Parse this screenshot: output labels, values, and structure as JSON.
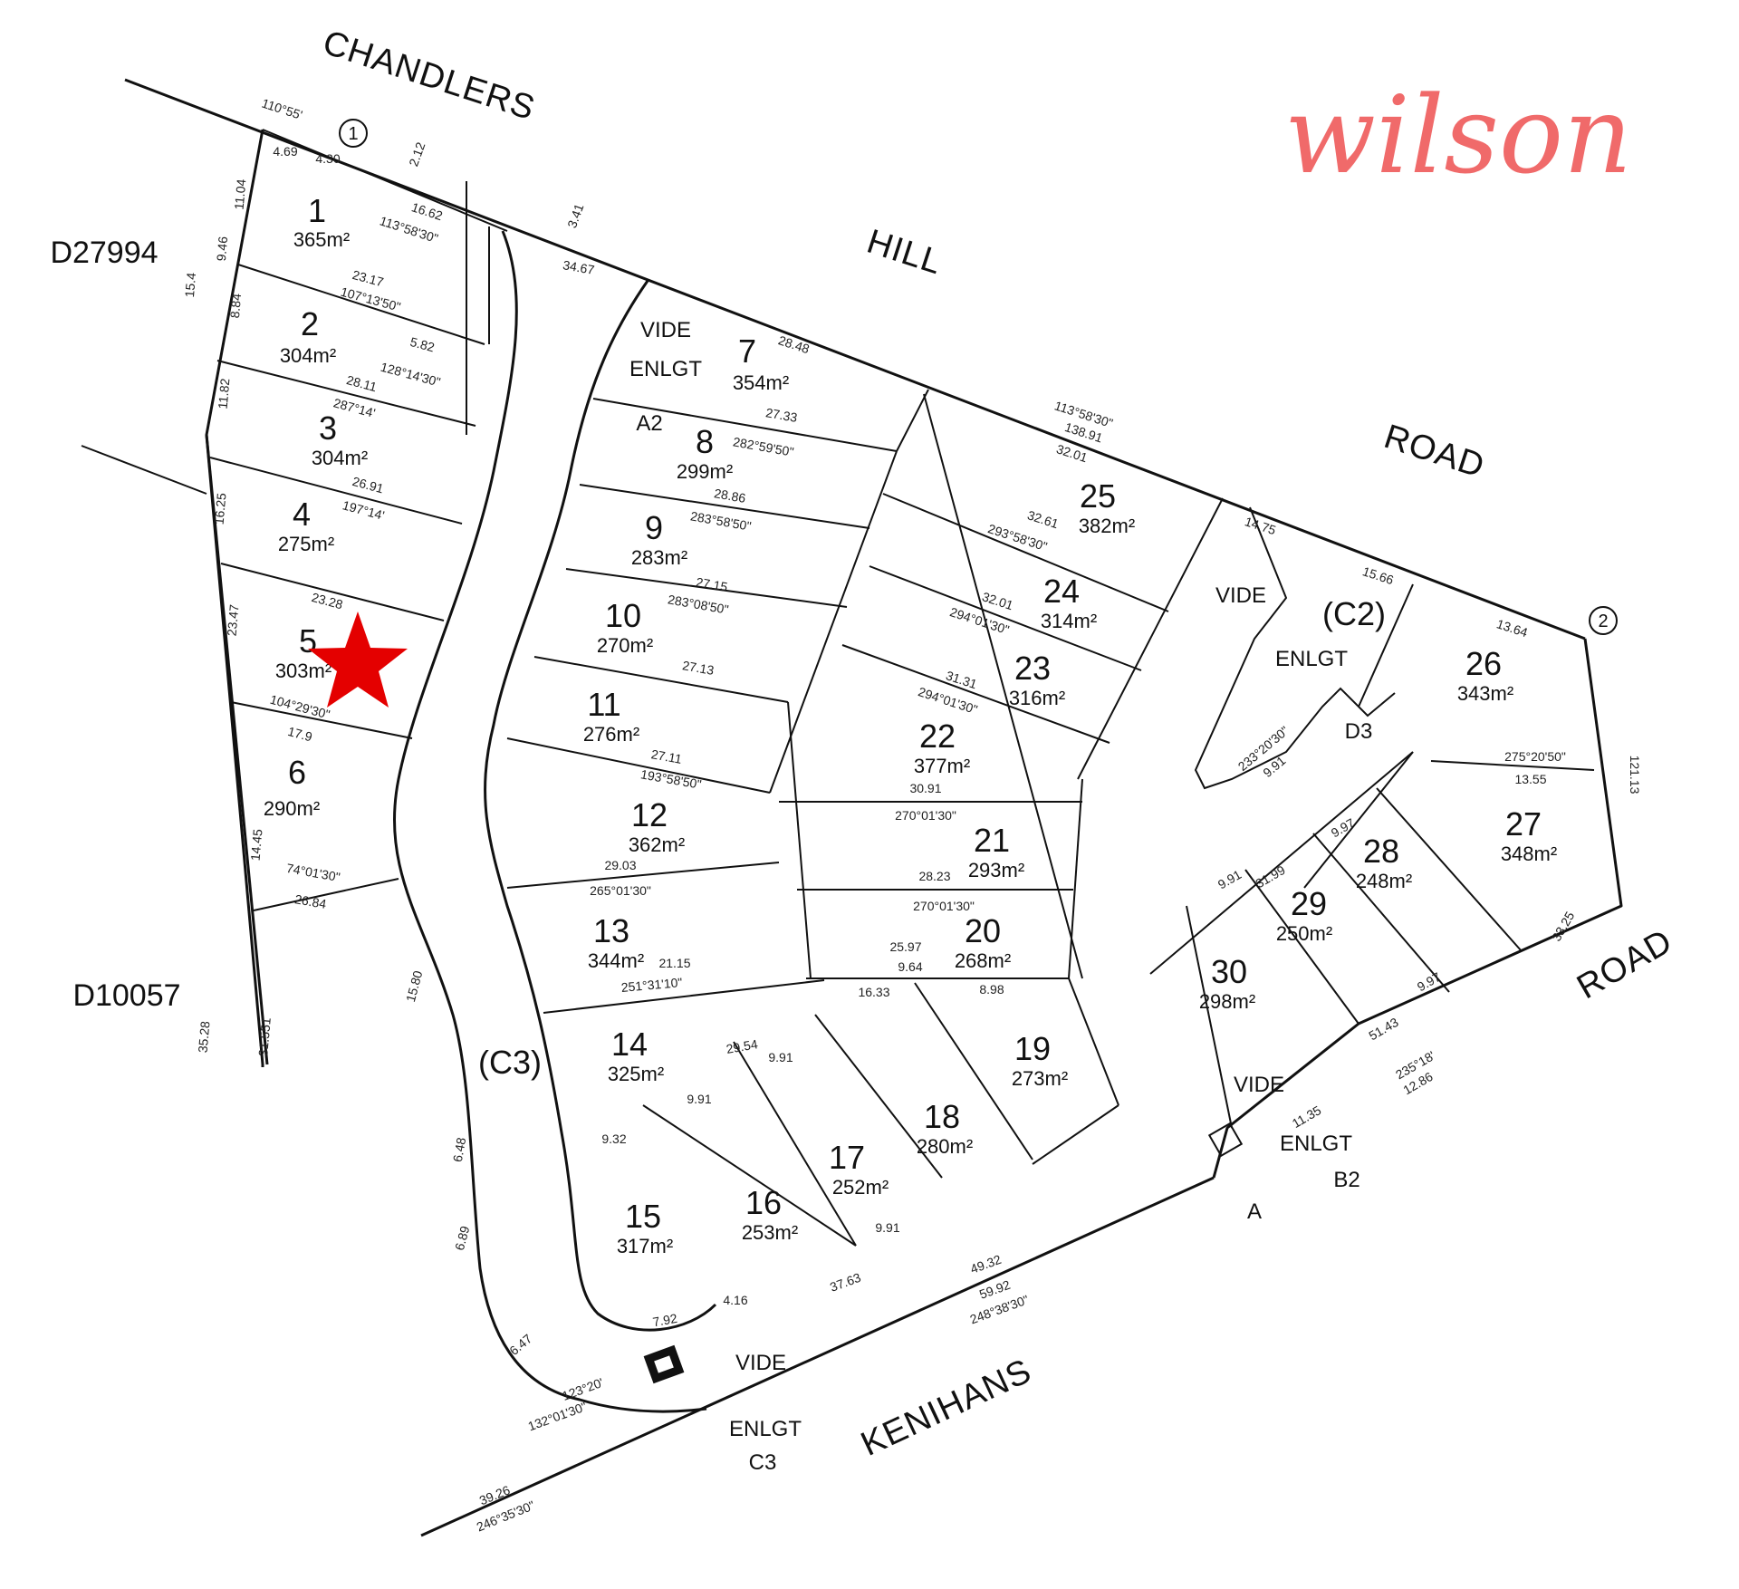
{
  "brand": "wilson",
  "roads": [
    {
      "id": "chandlers",
      "text": "CHANDLERS"
    },
    {
      "id": "hill",
      "text": "HILL"
    },
    {
      "id": "road1",
      "text": "ROAD"
    },
    {
      "id": "road2",
      "text": "ROAD"
    },
    {
      "id": "kenihans",
      "text": "KENIHANS"
    }
  ],
  "adjacent": [
    {
      "id": "d27994",
      "text": "D27994"
    },
    {
      "id": "d10057",
      "text": "D10057"
    }
  ],
  "lots": [
    {
      "no": "1",
      "area": "365m²"
    },
    {
      "no": "2",
      "area": "304m²"
    },
    {
      "no": "3",
      "area": "304m²"
    },
    {
      "no": "4",
      "area": "275m²"
    },
    {
      "no": "5",
      "area": "303m²"
    },
    {
      "no": "6",
      "area": "290m²"
    },
    {
      "no": "7",
      "area": "354m²"
    },
    {
      "no": "8",
      "area": "299m²"
    },
    {
      "no": "9",
      "area": "283m²"
    },
    {
      "no": "10",
      "area": "270m²"
    },
    {
      "no": "11",
      "area": "276m²"
    },
    {
      "no": "12",
      "area": "362m²"
    },
    {
      "no": "13",
      "area": "344m²"
    },
    {
      "no": "14",
      "area": "325m²"
    },
    {
      "no": "15",
      "area": "317m²"
    },
    {
      "no": "16",
      "area": "253m²"
    },
    {
      "no": "17",
      "area": "252m²"
    },
    {
      "no": "18",
      "area": "280m²"
    },
    {
      "no": "19",
      "area": "273m²"
    },
    {
      "no": "20",
      "area": "268m²"
    },
    {
      "no": "21",
      "area": "293m²"
    },
    {
      "no": "22",
      "area": "377m²"
    },
    {
      "no": "23",
      "area": "316m²"
    },
    {
      "no": "24",
      "area": "314m²"
    },
    {
      "no": "25",
      "area": "382m²"
    },
    {
      "no": "26",
      "area": "343m²"
    },
    {
      "no": "27",
      "area": "348m²"
    },
    {
      "no": "28",
      "area": "248m²"
    },
    {
      "no": "29",
      "area": "250m²"
    },
    {
      "no": "30",
      "area": "298m²"
    }
  ],
  "notes": [
    {
      "id": "vide-7",
      "text": "VIDE"
    },
    {
      "id": "enlgt-7",
      "text": "ENLGT"
    },
    {
      "id": "a2",
      "text": "A2"
    },
    {
      "id": "vide-c2",
      "text": "VIDE"
    },
    {
      "id": "c2",
      "text": "(C2)"
    },
    {
      "id": "enlgt-c2",
      "text": "ENLGT"
    },
    {
      "id": "d3",
      "text": "D3"
    },
    {
      "id": "c3",
      "text": "(C3)"
    },
    {
      "id": "vide-30",
      "text": "VIDE"
    },
    {
      "id": "enlgt-b2",
      "text": "ENLGT"
    },
    {
      "id": "b2",
      "text": "B2"
    },
    {
      "id": "a",
      "text": "A"
    },
    {
      "id": "vide-s",
      "text": "VIDE"
    },
    {
      "id": "enlgt-c3",
      "text": "ENLGT"
    },
    {
      "id": "c3b",
      "text": "C3"
    }
  ],
  "markers": [
    {
      "id": "m1",
      "text": "1"
    },
    {
      "id": "m2",
      "text": "2"
    }
  ],
  "dims": [
    "110°55'",
    "4.69",
    "4.30",
    "2.12",
    "16.62",
    "113°58'30\"",
    "3.41",
    "34.67",
    "23.17",
    "107°13'50\"",
    "5.82",
    "128°14'30\"",
    "28.11",
    "287°14'",
    "26.91",
    "197°14'",
    "23.28",
    "104°29'30\"",
    "17.9",
    "28.48",
    "27.33",
    "282°59'50\"",
    "28.86",
    "283°58'50\"",
    "27.15",
    "283°08'50\"",
    "27.13",
    "27.11",
    "193°58'50\"",
    "29.03",
    "265°01'30\"",
    "21.15",
    "251°31'10\"",
    "29.54",
    "9.91",
    "9.91",
    "9.32",
    "7.92",
    "4.16",
    "37.63",
    "9.91",
    "49.32",
    "59.92",
    "248°38'30\"",
    "39.26",
    "246°35'30\"",
    "113°58'30\"",
    "138.91",
    "32.01",
    "32.61",
    "293°58'30\"",
    "32.01",
    "294°01'30\"",
    "31.31",
    "294°01'30\"",
    "30.91",
    "270°01'30\"",
    "28.23",
    "270°01'30\"",
    "25.97",
    "9.64",
    "16.33",
    "8.98",
    "14.75",
    "15.66",
    "13.64",
    "275°20'50\"",
    "13.55",
    "233°20'30\"",
    "9.91",
    "9.97",
    "31.99",
    "9.91",
    "9.97",
    "51.43",
    "235°18'",
    "12.86",
    "11.35",
    "33.25",
    "121.13",
    "31.551",
    "35.28",
    "9.46",
    "15.4",
    "11.04",
    "8.84",
    "11.82",
    "16.25",
    "23.47",
    "14.45",
    "74°01'30\"",
    "26.84",
    "15.80",
    "6.48",
    "6.89",
    "6.47",
    "123°20'",
    "132°01'30\""
  ]
}
